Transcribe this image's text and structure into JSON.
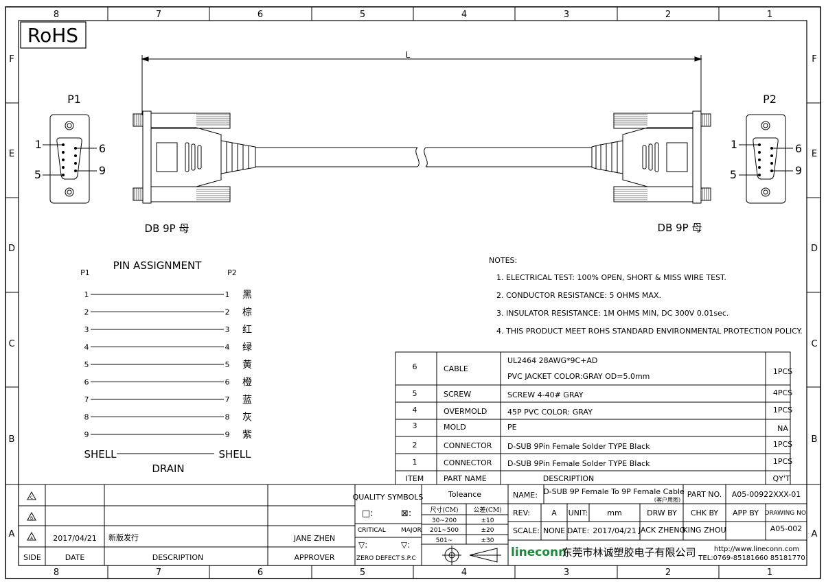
{
  "grid": {
    "top_columns": [
      "8",
      "7",
      "6",
      "5",
      "4",
      "3",
      "2",
      "1"
    ],
    "bottom_columns": [
      "8",
      "7",
      "6",
      "5",
      "4",
      "3",
      "2",
      "1"
    ],
    "rows": [
      "F",
      "E",
      "D",
      "C",
      "B",
      "A"
    ]
  },
  "rohs_label": "RoHS",
  "length_label": "L",
  "p1": {
    "title": "P1",
    "pin_a": "1",
    "pin_b": "6",
    "pin_c": "5",
    "pin_d": "9",
    "caption": "DB 9P 母"
  },
  "p2": {
    "title": "P2",
    "pin_a": "1",
    "pin_b": "6",
    "pin_c": "5",
    "pin_d": "9",
    "caption": "DB 9P 母"
  },
  "pin_assignment": {
    "title": "PIN ASSIGNMENT",
    "left_header": "P1",
    "right_header": "P2",
    "rows": [
      {
        "left": "1",
        "right": "1",
        "color": "黑"
      },
      {
        "left": "2",
        "right": "2",
        "color": "棕"
      },
      {
        "left": "3",
        "right": "3",
        "color": "红"
      },
      {
        "left": "4",
        "right": "4",
        "color": "绿"
      },
      {
        "left": "5",
        "right": "5",
        "color": "黄"
      },
      {
        "left": "6",
        "right": "6",
        "color": "橙"
      },
      {
        "left": "7",
        "right": "7",
        "color": "蓝"
      },
      {
        "left": "8",
        "right": "8",
        "color": "灰"
      },
      {
        "left": "9",
        "right": "9",
        "color": "紫"
      }
    ],
    "shell_left": "SHELL",
    "shell_right": "SHELL",
    "drain": "DRAIN"
  },
  "notes": {
    "title": "NOTES:",
    "items": [
      "1. ELECTRICAL TEST: 100%  OPEN, SHORT & MISS WIRE TEST.",
      "2. CONDUCTOR RESISTANCE: 5 OHMS MAX.",
      "3. INSULATOR RESISTANCE: 1M OHMS MIN, DC 300V 0.01sec.",
      "4. THIS PRODUCT MEET ROHS STANDARD ENVIRONMENTAL PROTECTION POLICY."
    ]
  },
  "bom": {
    "header": {
      "item": "ITEM",
      "part": "PART NAME",
      "desc": "DESCRIPTION",
      "qty": "QY'T"
    },
    "rows": [
      {
        "item": "6",
        "part": "CABLE",
        "desc": "UL2464  28AWG*9C+AD",
        "desc2": "PVC  JACKET  COLOR:GRAY  OD=5.0mm",
        "qty": "1PCS"
      },
      {
        "item": "5",
        "part": "SCREW",
        "desc": "SCREW  4-40#  GRAY",
        "qty": "4PCS"
      },
      {
        "item": "4",
        "part": "OVERMOLD",
        "desc": "45P  PVC  COLOR:  GRAY",
        "qty": "1PCS"
      },
      {
        "item": "3",
        "part": "MOLD",
        "desc": "PE",
        "qty": "NA"
      },
      {
        "item": "2",
        "part": "CONNECTOR",
        "desc": "D-SUB  9Pin  Female  Solder  TYPE  Black",
        "qty": "1PCS"
      },
      {
        "item": "1",
        "part": "CONNECTOR",
        "desc": "D-SUB  9Pin  Female  Solder  TYPE  Black",
        "qty": "1PCS"
      }
    ]
  },
  "revision": {
    "row3": {
      "date": "2017/04/21",
      "desc": "新版发行",
      "approver": "JANE  ZHEN"
    },
    "headers": {
      "side": "SIDE",
      "date": "DATE",
      "desc": "DESCRIPTION",
      "approver": "APPROVER"
    }
  },
  "quality": {
    "title": "QUALITY  SYMBOLS",
    "sym1": "□:",
    "sym2": "⊠:",
    "critical": "CRITICAL",
    "major": "MAJOR",
    "sym3": "▽:",
    "sym4": "▽:",
    "zero_defect": "ZERO  DEFECT",
    "spc": "S.P.C"
  },
  "tolerance": {
    "title": "Toleance",
    "h1": "尺寸(CM)",
    "h2": "公差(CM)",
    "rows": [
      {
        "range": "30~200",
        "tol": "±10"
      },
      {
        "range": "201~500",
        "tol": "±20"
      },
      {
        "range": "501~",
        "tol": "±30"
      }
    ]
  },
  "title_block": {
    "name_label": "NAME:",
    "name_value": "D-SUB  9P  Female  To  9P  Female  Cable",
    "name_note": "(客户用图)",
    "part_no_label": "PART  NO.",
    "part_no_value": "A05-00922XXX-01",
    "rev_label": "REV:",
    "rev_value": "A",
    "unit_label": "UNIT:",
    "unit_value": "mm",
    "drw_by": "DRW  BY",
    "chk_by": "CHK  BY",
    "app_by": "APP  BY",
    "drawing_no_label": "DRAWING  NO.",
    "scale_label": "SCALE:",
    "scale_value": "NONE",
    "date_label": "DATE:",
    "date_value": "2017/04/21",
    "drawer": "JACK  ZHENG",
    "checker": "KING  ZHOU",
    "drawing_no_value": "A05-002",
    "logo": "lineconn",
    "company": "东莞市林诚塑胶电子有限公司",
    "website": "http://www.lineconn.com",
    "tel": "TEL:0769-85181660  85181770"
  },
  "colors": {
    "logo": "#1a8a3a",
    "line": "#000000",
    "fill": "#ffffff"
  }
}
